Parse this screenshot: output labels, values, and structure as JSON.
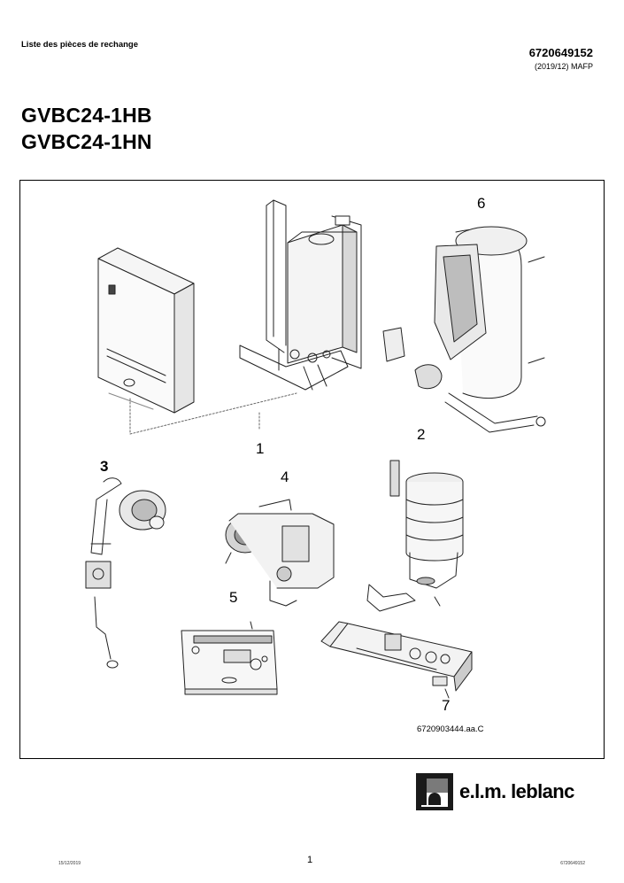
{
  "header": {
    "doc_type": "Liste des pièces de rechange",
    "doc_number": "6720649152",
    "revision": "(2019/12) MAFP"
  },
  "titles": [
    "GVBC24-1HB",
    "GVBC24-1HN"
  ],
  "diagram": {
    "part_numbers": [
      "1",
      "2",
      "3",
      "4",
      "5",
      "6",
      "7"
    ],
    "image_ref": "6720903444.aa.C"
  },
  "logo": {
    "text": "e.l.m. leblanc"
  },
  "footer": {
    "date": "15/12/2019",
    "page": "1",
    "doc_ref": "6720649152"
  }
}
